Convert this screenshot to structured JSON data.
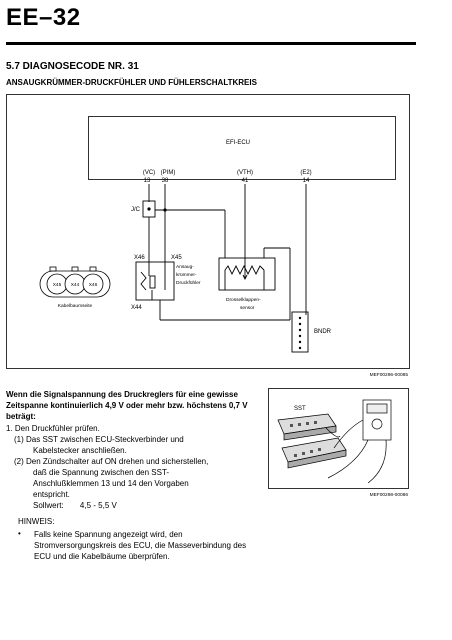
{
  "header": {
    "page_title": "EE–32"
  },
  "section": {
    "title": "5.7 DIAGNOSECODE NR. 31",
    "subtitle": "ANSAUGKRÜMMER-DRUCKFÜHLER UND FÜHLERSCHALTKREIS"
  },
  "diagram": {
    "ecu_label": "EFI-ECU",
    "terminals": [
      {
        "name": "(VC)",
        "pin": "13"
      },
      {
        "name": "(PIM)",
        "pin": "38"
      },
      {
        "name": "(VTH)",
        "pin": "41"
      },
      {
        "name": "(E2)",
        "pin": "14"
      }
    ],
    "jc_label": "J/C",
    "x46_label": "X46",
    "x45_label": "X45",
    "x44_label": "X44",
    "sensor_label": [
      "Ansaug-",
      "krümmer-",
      "Druckfühler"
    ],
    "throttle_label": [
      "Drosselklappen-",
      "sensor"
    ],
    "connector_labels": [
      "X45",
      "X44",
      "X46"
    ],
    "harness_side": "Kabelbaumseite",
    "bndr_label": "BNDR",
    "figure_code": "MEF00296-00085"
  },
  "photo": {
    "sst_label": "SST",
    "figure_code": "MEF00298-00086"
  },
  "text": {
    "lead": "Wenn die Signalspannung des Druckreglers für eine gewisse Zeitspanne kontinuierlich 4,9 V oder mehr bzw. höchstens 0,7  V beträgt:",
    "step1": "1.  Den Druckfühler prüfen.",
    "step1a_l1": "(1)  Das SST zwischen ECU-Steckverbinder und",
    "step1a_l2": "Kabelstecker anschließen.",
    "step1b_l1": "(2)  Den Zündschalter auf ON drehen und sicherstellen,",
    "step1b_l2": "daß die Spannung zwischen den SST-",
    "step1b_l3": "Anschlußklemmen 13 und 14 den Vorgaben",
    "step1b_l4": "entspricht.",
    "sollwert_label": "Sollwert:",
    "sollwert_value": "4,5 - 5,5 V",
    "hint_head": "HINWEIS:",
    "hint_bullet": "•",
    "hint_body": "Falls keine Spannung angezeigt wird, den Stromversorgungskreis des ECU, die Masseverbindung des ECU und die Kabelbäume überprüfen."
  }
}
